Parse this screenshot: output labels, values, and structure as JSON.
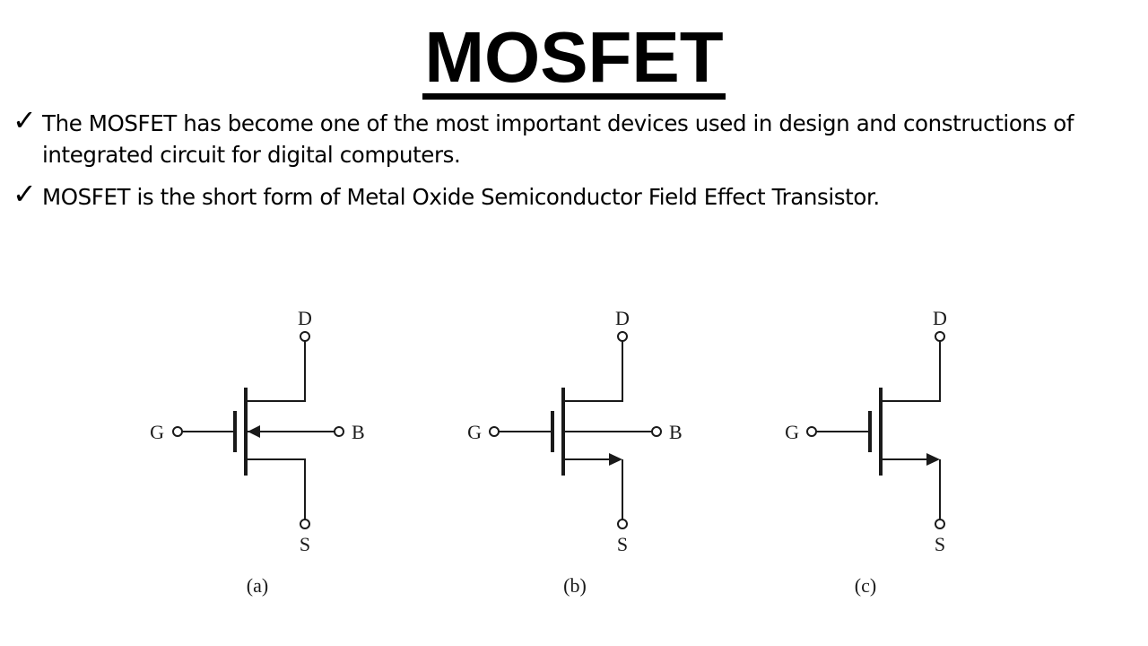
{
  "slide": {
    "title": "MOSFET",
    "bullets": [
      {
        "icon": "checkmark-icon",
        "text": "The  MOSFET has become one of the most important devices used in design and constructions of integrated circuit for digital computers."
      },
      {
        "icon": "checkmark-icon",
        "text": "MOSFET is the short form of Metal Oxide Semiconductor Field Effect Transistor."
      }
    ]
  },
  "diagram": {
    "symbols": [
      {
        "caption": "(a)",
        "drain": "D",
        "gate": "G",
        "source": "S",
        "body": "B"
      },
      {
        "caption": "(b)",
        "drain": "D",
        "gate": "G",
        "source": "S",
        "body": "B"
      },
      {
        "caption": "(c)",
        "drain": "D",
        "gate": "G",
        "source": "S"
      }
    ],
    "stroke_color": "#1a1a1a"
  }
}
